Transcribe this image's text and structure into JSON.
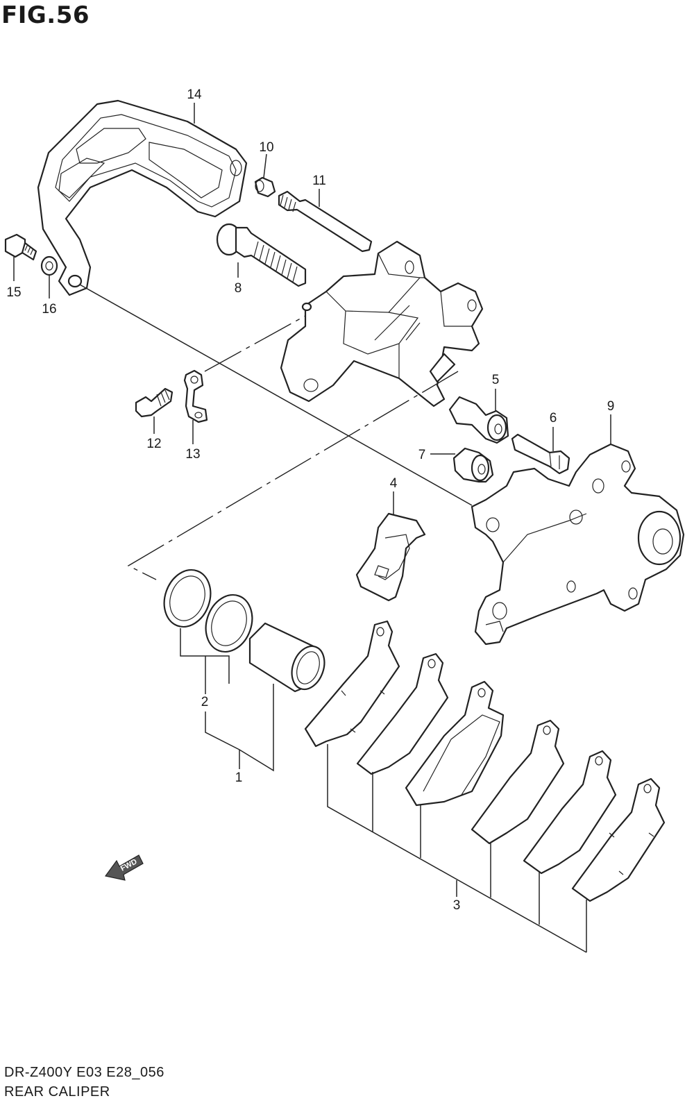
{
  "figure": {
    "title": "FIG.56",
    "model_code": "DR-Z400Y E03 E28_056",
    "name": "REAR CALIPER"
  },
  "fwd_label": "FWD",
  "callouts": [
    "1",
    "2",
    "3",
    "4",
    "5",
    "6",
    "7",
    "8",
    "9",
    "10",
    "11",
    "12",
    "13",
    "14",
    "15",
    "16"
  ],
  "parts": [
    {
      "ref": "1",
      "part": "piston-seal-set"
    },
    {
      "ref": "2",
      "part": "seal-set"
    },
    {
      "ref": "3",
      "part": "brake-pad-set"
    },
    {
      "ref": "4",
      "part": "pad-spring"
    },
    {
      "ref": "5",
      "part": "boot"
    },
    {
      "ref": "6",
      "part": "pin"
    },
    {
      "ref": "7",
      "part": "boot"
    },
    {
      "ref": "8",
      "part": "bolt"
    },
    {
      "ref": "9",
      "part": "caliper-holder"
    },
    {
      "ref": "10",
      "part": "cap"
    },
    {
      "ref": "11",
      "part": "pad-mounting-pin"
    },
    {
      "ref": "12",
      "part": "bleeder-valve"
    },
    {
      "ref": "13",
      "part": "hose-guide"
    },
    {
      "ref": "14",
      "part": "caliper-guard"
    },
    {
      "ref": "15",
      "part": "bolt"
    },
    {
      "ref": "16",
      "part": "washer"
    }
  ]
}
